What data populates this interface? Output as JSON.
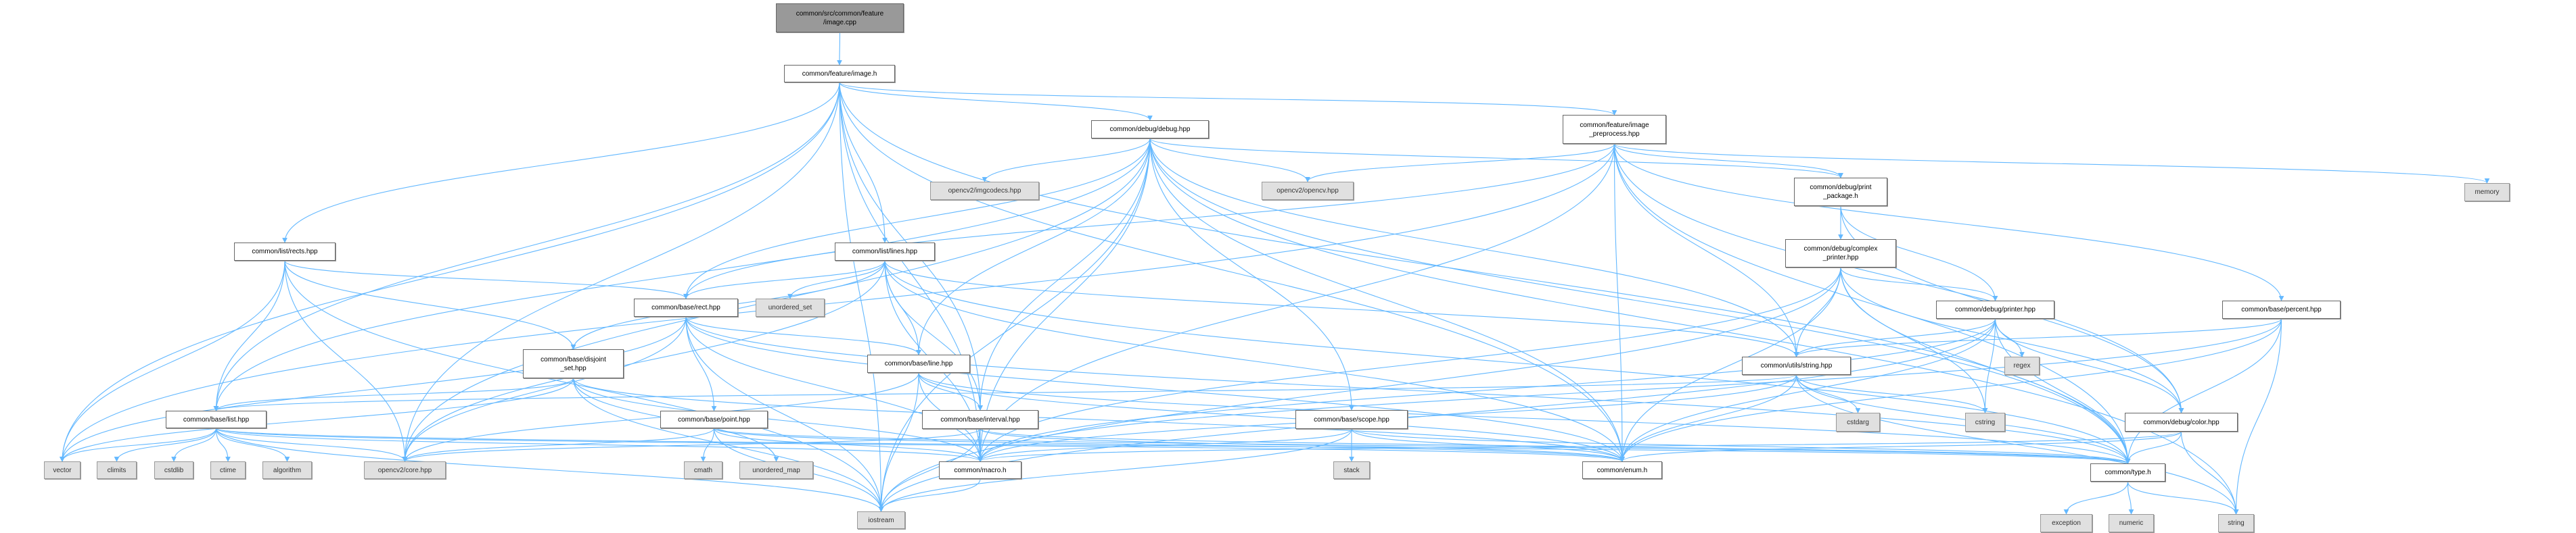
{
  "colors": {
    "edge": "#63b8ff",
    "root_fill": "#999999",
    "system_fill": "#e0e0e0",
    "local_fill": "#ffffff"
  },
  "nodes": [
    {
      "id": "root",
      "label": "common/src/common/feature\n/image.cpp",
      "kind": "root"
    },
    {
      "id": "image_h",
      "label": "common/feature/image.h",
      "kind": "local"
    },
    {
      "id": "debug",
      "label": "common/debug/debug.hpp",
      "kind": "local"
    },
    {
      "id": "preprocess",
      "label": "common/feature/image\n_preprocess.hpp",
      "kind": "local"
    },
    {
      "id": "imgcodecs",
      "label": "opencv2/imgcodecs.hpp",
      "kind": "sys"
    },
    {
      "id": "opencv",
      "label": "opencv2/opencv.hpp",
      "kind": "sys"
    },
    {
      "id": "print_package",
      "label": "common/debug/print\n_package.h",
      "kind": "local"
    },
    {
      "id": "memory",
      "label": "memory",
      "kind": "sys"
    },
    {
      "id": "rects",
      "label": "common/list/rects.hpp",
      "kind": "local"
    },
    {
      "id": "lines",
      "label": "common/list/lines.hpp",
      "kind": "local"
    },
    {
      "id": "complex",
      "label": "common/debug/complex\n_printer.hpp",
      "kind": "local"
    },
    {
      "id": "rect",
      "label": "common/base/rect.hpp",
      "kind": "local"
    },
    {
      "id": "unordered_set",
      "label": "unordered_set",
      "kind": "sys"
    },
    {
      "id": "printer",
      "label": "common/debug/printer.hpp",
      "kind": "local"
    },
    {
      "id": "percent",
      "label": "common/base/percent.hpp",
      "kind": "local"
    },
    {
      "id": "disjoint",
      "label": "common/base/disjoint\n_set.hpp",
      "kind": "local"
    },
    {
      "id": "line",
      "label": "common/base/line.hpp",
      "kind": "local"
    },
    {
      "id": "ustring",
      "label": "common/utils/string.hpp",
      "kind": "local"
    },
    {
      "id": "regex",
      "label": "regex",
      "kind": "sys"
    },
    {
      "id": "list",
      "label": "common/base/list.hpp",
      "kind": "local"
    },
    {
      "id": "point",
      "label": "common/base/point.hpp",
      "kind": "local"
    },
    {
      "id": "interval",
      "label": "common/base/interval.hpp",
      "kind": "local"
    },
    {
      "id": "scope",
      "label": "common/base/scope.hpp",
      "kind": "local"
    },
    {
      "id": "cstdarg",
      "label": "cstdarg",
      "kind": "sys"
    },
    {
      "id": "cstring",
      "label": "cstring",
      "kind": "sys"
    },
    {
      "id": "color",
      "label": "common/debug/color.hpp",
      "kind": "local"
    },
    {
      "id": "vector",
      "label": "vector",
      "kind": "sys"
    },
    {
      "id": "climits",
      "label": "climits",
      "kind": "sys"
    },
    {
      "id": "cstdlib",
      "label": "cstdlib",
      "kind": "sys"
    },
    {
      "id": "ctime",
      "label": "ctime",
      "kind": "sys"
    },
    {
      "id": "algorithm",
      "label": "algorithm",
      "kind": "sys"
    },
    {
      "id": "cvcore",
      "label": "opencv2/core.hpp",
      "kind": "sys"
    },
    {
      "id": "cmath",
      "label": "cmath",
      "kind": "sys"
    },
    {
      "id": "unordered_map",
      "label": "unordered_map",
      "kind": "sys"
    },
    {
      "id": "macro",
      "label": "common/macro.h",
      "kind": "local"
    },
    {
      "id": "stack",
      "label": "stack",
      "kind": "sys"
    },
    {
      "id": "enum",
      "label": "common/enum.h",
      "kind": "local"
    },
    {
      "id": "type",
      "label": "common/type.h",
      "kind": "local"
    },
    {
      "id": "iostream",
      "label": "iostream",
      "kind": "sys"
    },
    {
      "id": "exception",
      "label": "exception",
      "kind": "sys"
    },
    {
      "id": "numeric",
      "label": "numeric",
      "kind": "sys"
    },
    {
      "id": "string",
      "label": "string",
      "kind": "sys"
    }
  ],
  "edges": [
    [
      "root",
      "image_h"
    ],
    [
      "image_h",
      "rects"
    ],
    [
      "image_h",
      "lines"
    ],
    [
      "image_h",
      "debug"
    ],
    [
      "image_h",
      "preprocess"
    ],
    [
      "image_h",
      "vector"
    ],
    [
      "image_h",
      "iostream"
    ],
    [
      "image_h",
      "cvcore"
    ],
    [
      "image_h",
      "interval"
    ],
    [
      "image_h",
      "list"
    ],
    [
      "image_h",
      "macro"
    ],
    [
      "image_h",
      "enum"
    ],
    [
      "image_h",
      "type"
    ],
    [
      "debug",
      "imgcodecs"
    ],
    [
      "debug",
      "opencv"
    ],
    [
      "debug",
      "print_package"
    ],
    [
      "debug",
      "rect"
    ],
    [
      "debug",
      "line"
    ],
    [
      "debug",
      "scope"
    ],
    [
      "debug",
      "macro"
    ],
    [
      "debug",
      "enum"
    ],
    [
      "debug",
      "iostream"
    ],
    [
      "debug",
      "ustring"
    ],
    [
      "debug",
      "type"
    ],
    [
      "debug",
      "list"
    ],
    [
      "debug",
      "cvcore"
    ],
    [
      "debug",
      "string"
    ],
    [
      "debug",
      "interval"
    ],
    [
      "preprocess",
      "print_package"
    ],
    [
      "preprocess",
      "opencv"
    ],
    [
      "preprocess",
      "memory"
    ],
    [
      "preprocess",
      "percent"
    ],
    [
      "preprocess",
      "ustring"
    ],
    [
      "preprocess",
      "macro"
    ],
    [
      "preprocess",
      "enum"
    ],
    [
      "preprocess",
      "type"
    ],
    [
      "preprocess",
      "vector"
    ],
    [
      "preprocess",
      "rect"
    ],
    [
      "preprocess",
      "color"
    ],
    [
      "print_package",
      "complex"
    ],
    [
      "print_package",
      "printer"
    ],
    [
      "print_package",
      "color"
    ],
    [
      "complex",
      "printer"
    ],
    [
      "complex",
      "ustring"
    ],
    [
      "complex",
      "cstring"
    ],
    [
      "complex",
      "macro"
    ],
    [
      "complex",
      "enum"
    ],
    [
      "complex",
      "type"
    ],
    [
      "complex",
      "color"
    ],
    [
      "complex",
      "iostream"
    ],
    [
      "printer",
      "ustring"
    ],
    [
      "printer",
      "regex"
    ],
    [
      "printer",
      "cstring"
    ],
    [
      "printer",
      "color"
    ],
    [
      "printer",
      "type"
    ],
    [
      "printer",
      "macro"
    ],
    [
      "printer",
      "enum"
    ],
    [
      "printer",
      "iostream"
    ],
    [
      "percent",
      "ustring"
    ],
    [
      "percent",
      "type"
    ],
    [
      "percent",
      "string"
    ],
    [
      "percent",
      "enum"
    ],
    [
      "percent",
      "macro"
    ],
    [
      "ustring",
      "cstdarg"
    ],
    [
      "ustring",
      "cstring"
    ],
    [
      "ustring",
      "string"
    ],
    [
      "ustring",
      "type"
    ],
    [
      "ustring",
      "macro"
    ],
    [
      "ustring",
      "enum"
    ],
    [
      "ustring",
      "list"
    ],
    [
      "color",
      "type"
    ],
    [
      "color",
      "string"
    ],
    [
      "color",
      "macro"
    ],
    [
      "color",
      "enum"
    ],
    [
      "type",
      "exception"
    ],
    [
      "type",
      "numeric"
    ],
    [
      "type",
      "string"
    ],
    [
      "rects",
      "list"
    ],
    [
      "rects",
      "rect"
    ],
    [
      "rects",
      "disjoint"
    ],
    [
      "rects",
      "vector"
    ],
    [
      "rects",
      "cvcore"
    ],
    [
      "rects",
      "iostream"
    ],
    [
      "lines",
      "line"
    ],
    [
      "lines",
      "rect"
    ],
    [
      "lines",
      "disjoint"
    ],
    [
      "lines",
      "unordered_set"
    ],
    [
      "lines",
      "interval"
    ],
    [
      "lines",
      "macro"
    ],
    [
      "lines",
      "enum"
    ],
    [
      "lines",
      "type"
    ],
    [
      "lines",
      "ustring"
    ],
    [
      "lines",
      "cvcore"
    ],
    [
      "rect",
      "point"
    ],
    [
      "rect",
      "line"
    ],
    [
      "rect",
      "cvcore"
    ],
    [
      "rect",
      "vector"
    ],
    [
      "rect",
      "macro"
    ],
    [
      "rect",
      "enum"
    ],
    [
      "rect",
      "type"
    ],
    [
      "rect",
      "iostream"
    ],
    [
      "disjoint",
      "list"
    ],
    [
      "disjoint",
      "vector"
    ],
    [
      "disjoint",
      "macro"
    ],
    [
      "disjoint",
      "enum"
    ],
    [
      "disjoint",
      "iostream"
    ],
    [
      "disjoint",
      "unordered_map"
    ],
    [
      "line",
      "interval"
    ],
    [
      "line",
      "macro"
    ],
    [
      "line",
      "enum"
    ],
    [
      "line",
      "type"
    ],
    [
      "line",
      "cvcore"
    ],
    [
      "line",
      "iostream"
    ],
    [
      "list",
      "vector"
    ],
    [
      "list",
      "climits"
    ],
    [
      "list",
      "cstdlib"
    ],
    [
      "list",
      "ctime"
    ],
    [
      "list",
      "algorithm"
    ],
    [
      "list",
      "iostream"
    ],
    [
      "list",
      "macro"
    ],
    [
      "list",
      "enum"
    ],
    [
      "list",
      "type"
    ],
    [
      "list",
      "cvcore"
    ],
    [
      "point",
      "cmath"
    ],
    [
      "point",
      "cvcore"
    ],
    [
      "point",
      "macro"
    ],
    [
      "point",
      "enum"
    ],
    [
      "point",
      "type"
    ],
    [
      "point",
      "iostream"
    ],
    [
      "interval",
      "macro"
    ],
    [
      "interval",
      "iostream"
    ],
    [
      "interval",
      "enum"
    ],
    [
      "interval",
      "type"
    ],
    [
      "interval",
      "cvcore"
    ],
    [
      "scope",
      "stack"
    ],
    [
      "scope",
      "macro"
    ],
    [
      "scope",
      "enum"
    ],
    [
      "scope",
      "iostream"
    ],
    [
      "scope",
      "type"
    ],
    [
      "macro",
      "iostream"
    ]
  ]
}
